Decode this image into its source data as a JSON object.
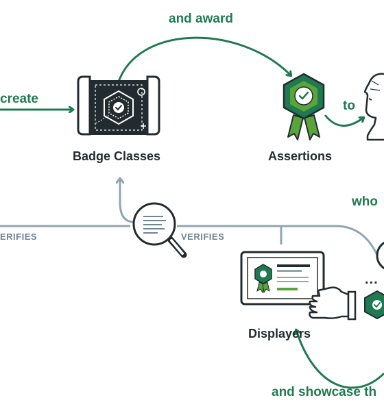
{
  "diagram": {
    "colors": {
      "accent": "#1f7a52",
      "accent_light": "#5aa43c",
      "dark": "#222b2f",
      "line": "#8fa6b0",
      "verify_text": "#6e8592"
    },
    "labels": {
      "create": "create",
      "and_award": "and award",
      "to": "to",
      "who": "who",
      "and_showcase": "and showcase th",
      "verifies_left": "ERIFIES",
      "verifies_right": "VERIFIES",
      "ellipsis": "..."
    },
    "nodes": {
      "badge_classes": {
        "label": "Badge Classes",
        "icon": "blueprint-scroll-icon"
      },
      "assertions": {
        "label": "Assertions",
        "icon": "award-ribbon-icon"
      },
      "displayers": {
        "label": "Displayers",
        "icon": "tablet-hand-icon"
      },
      "verifier": {
        "icon": "magnifier-document-icon"
      },
      "recipient": {
        "icon": "person-profile-icon"
      },
      "earner_badge": {
        "icon": "small-badge-icon"
      }
    }
  }
}
